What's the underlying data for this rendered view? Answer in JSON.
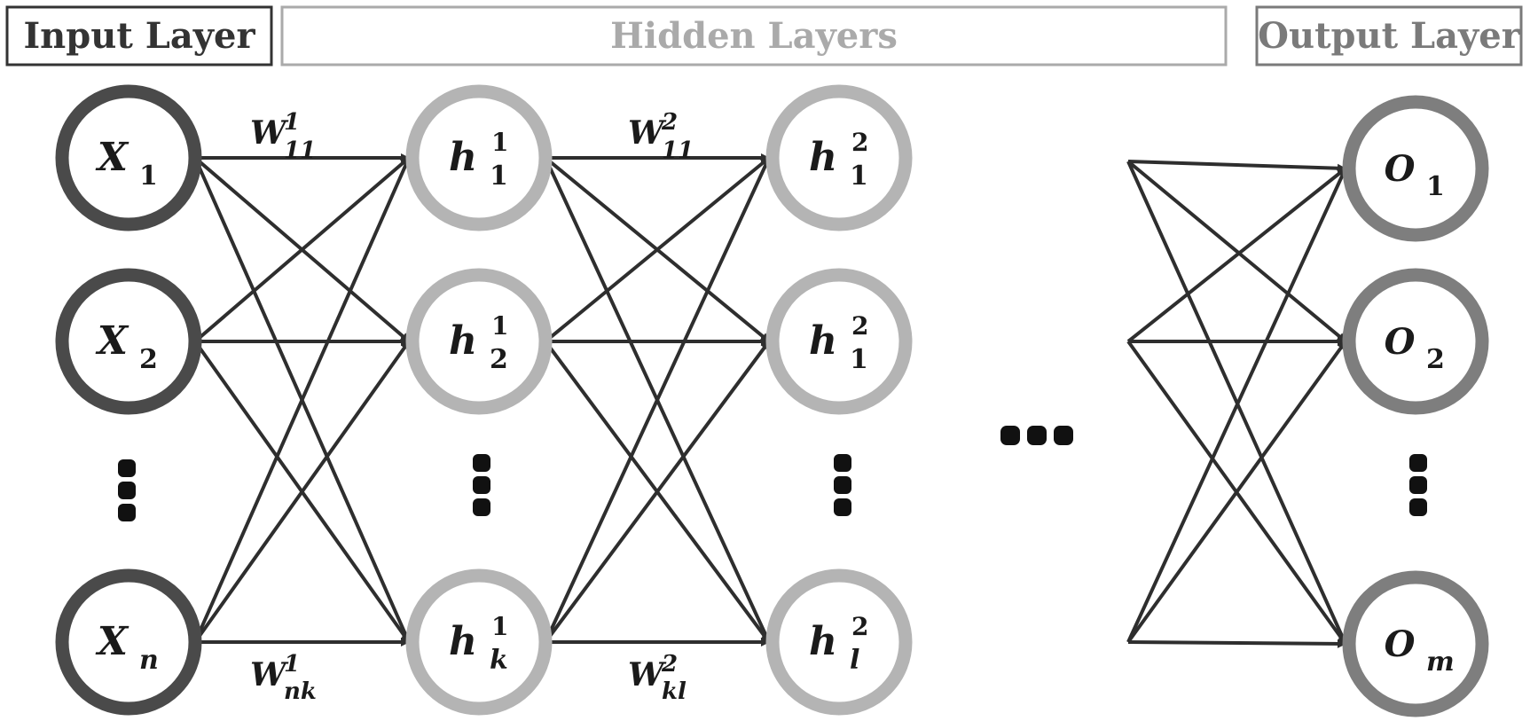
{
  "headers": {
    "input": "Input Layer",
    "hidden": "Hidden Layers",
    "output": "Output Layer"
  },
  "colors": {
    "input_ring": "#4a4a4a",
    "hidden_ring": "#b4b4b4",
    "output_ring": "#7e7e7e",
    "input_header": "#333333",
    "hidden_header": "#aaaaaa",
    "output_header": "#7a7a7a",
    "edge": "#2e2e2e"
  },
  "input_nodes": [
    {
      "base": "X",
      "sub": "1",
      "sup": ""
    },
    {
      "base": "X",
      "sub": "2",
      "sup": ""
    },
    {
      "base": "X",
      "sub": "n",
      "sup": ""
    }
  ],
  "hidden1_nodes": [
    {
      "base": "h",
      "sub": "1",
      "sup": "1"
    },
    {
      "base": "h",
      "sub": "2",
      "sup": "1"
    },
    {
      "base": "h",
      "sub": "k",
      "sup": "1"
    }
  ],
  "hidden2_nodes": [
    {
      "base": "h",
      "sub": "1",
      "sup": "2"
    },
    {
      "base": "h",
      "sub": "1",
      "sup": "2"
    },
    {
      "base": "h",
      "sub": "l",
      "sup": "2"
    }
  ],
  "output_nodes": [
    {
      "base": "O",
      "sub": "1",
      "sup": ""
    },
    {
      "base": "O",
      "sub": "2",
      "sup": ""
    },
    {
      "base": "O",
      "sub": "m",
      "sup": ""
    }
  ],
  "weights": {
    "w1_top": {
      "base": "W",
      "sup": "1",
      "sub": "11"
    },
    "w1_bottom": {
      "base": "W",
      "sup": "1",
      "sub": "nk"
    },
    "w2_top": {
      "base": "W",
      "sup": "2",
      "sub": "11"
    },
    "w2_bottom": {
      "base": "W",
      "sup": "2",
      "sub": "kl"
    }
  }
}
